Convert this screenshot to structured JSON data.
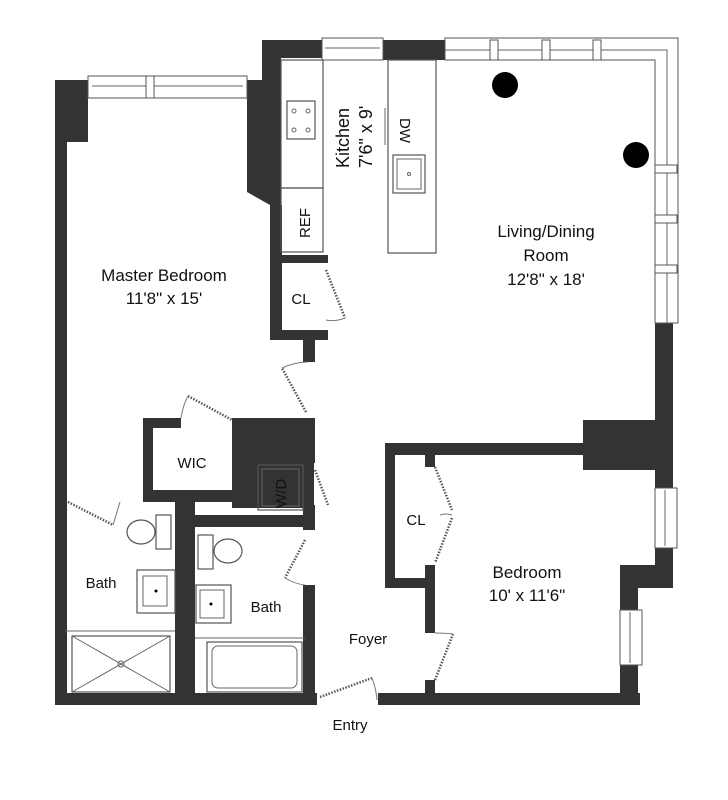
{
  "floorplan": {
    "rooms": {
      "kitchen": {
        "name": "Kitchen",
        "size": "7'6\" x 9'"
      },
      "living": {
        "name": "Living/Dining",
        "name2": "Room",
        "size": "12'8\" x 18'"
      },
      "master": {
        "name": "Master Bedroom",
        "size": "11'8\" x 15'"
      },
      "bedroom": {
        "name": "Bedroom",
        "size": "10' x 11'6\""
      },
      "wic": {
        "name": "WIC"
      },
      "bath1": {
        "name": "Bath"
      },
      "bath2": {
        "name": "Bath"
      },
      "foyer": {
        "name": "Foyer"
      },
      "closet1": {
        "name": "CL"
      },
      "closet2": {
        "name": "CL"
      }
    },
    "fixtures": {
      "ref": "REF",
      "dw": "DW",
      "wd": "W/D"
    },
    "entry": "Entry",
    "colors": {
      "wall": "#333333",
      "background": "#ffffff",
      "text": "#111111"
    }
  }
}
